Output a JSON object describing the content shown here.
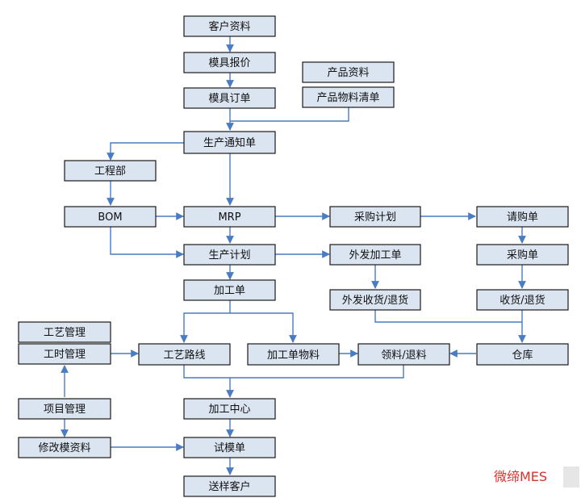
{
  "colors": {
    "box_fill": "#dbe5f1",
    "box_stroke": "#1a1a1a",
    "connector": "#4a7cc1",
    "watermark": "#d9322b"
  },
  "nodes": {
    "kehu_ziliao": "客户资料",
    "muju_baojia": "模具报价",
    "muju_dingdan": "模具订单",
    "chanpin_ziliao": "产品资料",
    "chanpin_wuliao": "产品物料清单",
    "shengchan_tongzhi": "生产通知单",
    "gongcheng_bu": "工程部",
    "bom": "BOM",
    "mrp": "MRP",
    "caigou_jihua": "采购计划",
    "qinggou_dan": "请购单",
    "shengchan_jihua": "生产计划",
    "waifa_jiagong": "外发加工单",
    "caigou_dan": "采购单",
    "jiagong_dan": "加工单",
    "waifa_shouhuo": "外发收货/退货",
    "shouhuo_tuihuo": "收货/退货",
    "gongyi_guanli": "工艺管理",
    "gongshi_guanli": "工时管理",
    "gongyi_luxian": "工艺路线",
    "jiagong_wuliao": "加工单物料",
    "lingliao": "领料/退料",
    "cangku": "仓库",
    "xiangmu_guanli": "项目管理",
    "jiagong_zhongxin": "加工中心",
    "xiugai_mo": "修改模资料",
    "shimo_dan": "试模单",
    "songyang": "送样客户"
  },
  "watermark": "微缔MES"
}
